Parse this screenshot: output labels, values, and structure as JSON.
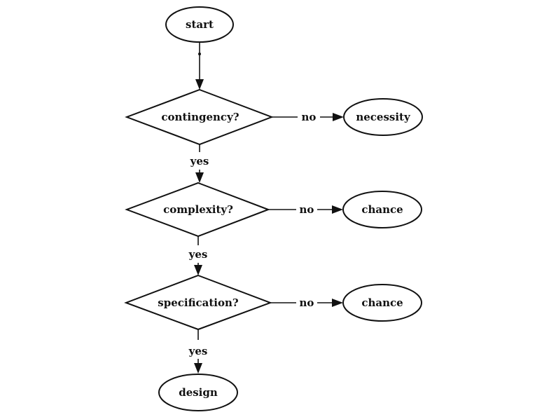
{
  "diagram": {
    "nodes": {
      "start": "start",
      "contingency": "contingency?",
      "complexity": "complexity?",
      "specification": "specification?",
      "necessity": "necessity",
      "chance1": "chance",
      "chance2": "chance",
      "design": "design"
    },
    "edge_labels": {
      "contingency_no": "no",
      "contingency_yes": "yes",
      "complexity_no": "no",
      "complexity_yes": "yes",
      "specification_no": "no",
      "specification_yes": "yes"
    }
  }
}
